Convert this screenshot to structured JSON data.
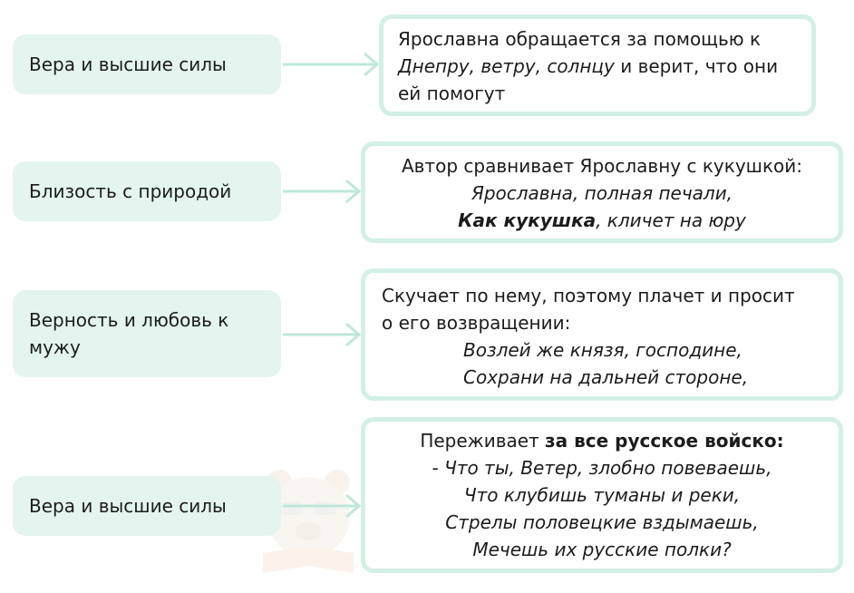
{
  "colors": {
    "label_fill": "#e3f5ee",
    "desc_border": "#d3f0e5",
    "arrow": "#bfe8d9"
  },
  "rows": [
    {
      "label": "Вера и высшие силы",
      "desc": {
        "line1": "Ярославна обращается за помощью к",
        "line2_italic": "Днепру, ветру, солнцу",
        "line2_rest": " и верит, что они",
        "line3": "ей помогут"
      }
    },
    {
      "label": "Близость с природой",
      "desc": {
        "line1": "Автор сравнивает Ярославну с кукушкой:",
        "quote1": "Ярославна, полная печали,",
        "quote2_bold": "Как кукушка",
        "quote2_rest": ", кличет на юру"
      }
    },
    {
      "label": "Верность и любовь к мужу",
      "desc": {
        "line1": "Скучает по нему, поэтому плачет и просит",
        "line2": "о его возвращении:",
        "quote1": "Возлей же князя, господине,",
        "quote2": "Сохрани на дальней стороне,"
      }
    },
    {
      "label": "Вера и высшие силы",
      "desc": {
        "line1_plain": "Переживает ",
        "line1_bold": "за все русское войско:",
        "quote1": "- Что ты, Ветер, злобно повеваешь,",
        "quote2": "Что клубишь туманы и реки,",
        "quote3": "Стрелы половецкие вздымаешь,",
        "quote4": "Мечешь их русские полки?"
      }
    }
  ]
}
